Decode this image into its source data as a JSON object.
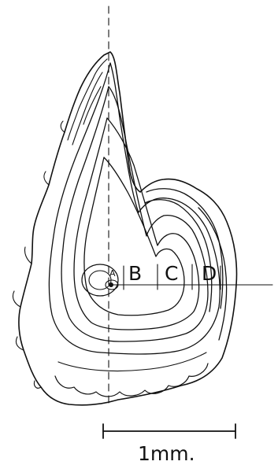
{
  "zone_labels": {
    "a": "A",
    "b": "B",
    "c": "C",
    "d": "D"
  },
  "scale_bar": {
    "text": "1mm."
  },
  "colors": {
    "ink": "#111111",
    "background": "#ffffff"
  }
}
